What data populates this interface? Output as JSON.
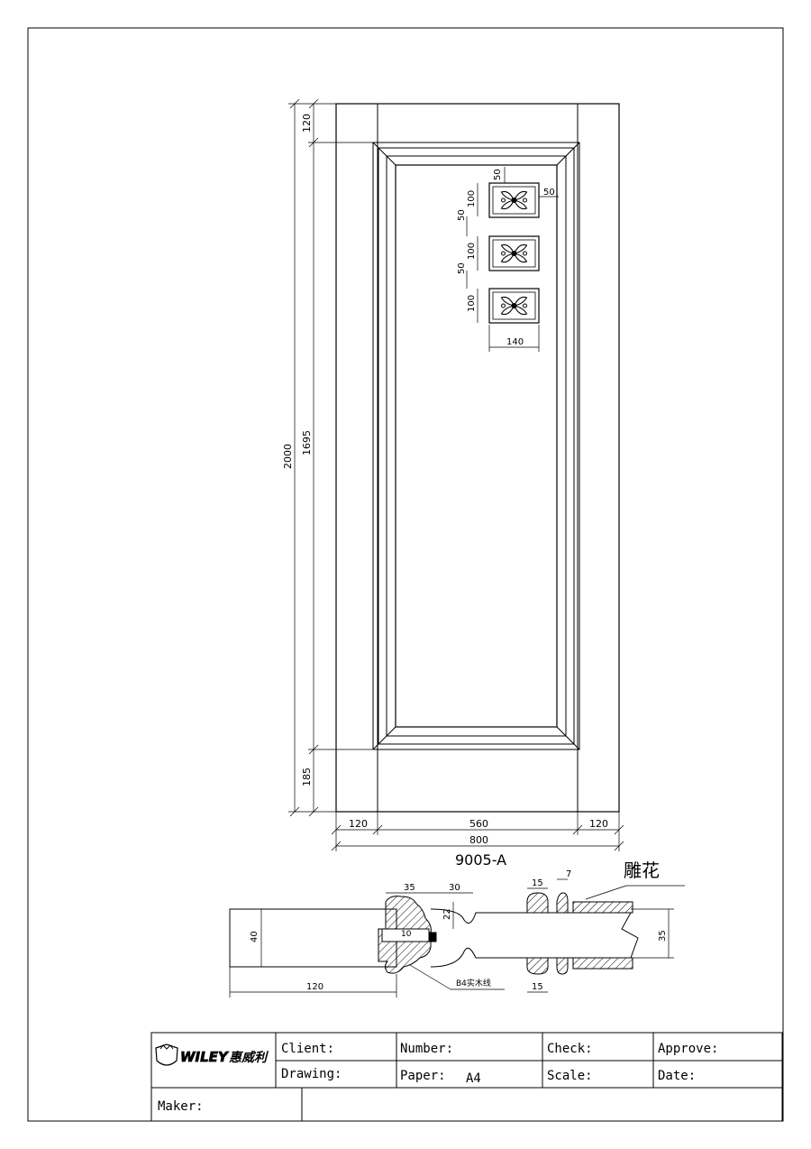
{
  "drawing": {
    "model_code": "9005-A",
    "carving_label": "雕花",
    "moulding_label": "B4实木线",
    "colors": {
      "line": "#000000",
      "paper": "#ffffff",
      "panel_fill": "#f4f4f4"
    }
  },
  "dimensions": {
    "overall_height": "2000",
    "panel_height": "1695",
    "top_rail": "120",
    "bottom_rail": "185",
    "overall_width": "800",
    "left_stile": "120",
    "panel_width": "560",
    "right_stile": "120",
    "ornament_width": "140",
    "ornament_height": "100",
    "ornament_gap": "50",
    "ornament_top_offset": "50",
    "ornament_side_offset": "50"
  },
  "section": {
    "stile_width": "120",
    "thickness": "40",
    "moulding_width": "35",
    "gap": "30",
    "depth": "22",
    "groove": "10",
    "carving_width": "15",
    "carving_gap": "7",
    "panel_thickness": "35",
    "bottom_width": "15"
  },
  "title_block": {
    "logo_text": "WILEY",
    "logo_cn": "惠威利",
    "client_label": "Client:",
    "number_label": "Number:",
    "check_label": "Check:",
    "approve_label": "Approve:",
    "drawing_label": "Drawing:",
    "paper_label": "Paper:",
    "paper_value": "A4",
    "scale_label": "Scale:",
    "date_label": "Date:",
    "maker_label": "Maker:"
  }
}
